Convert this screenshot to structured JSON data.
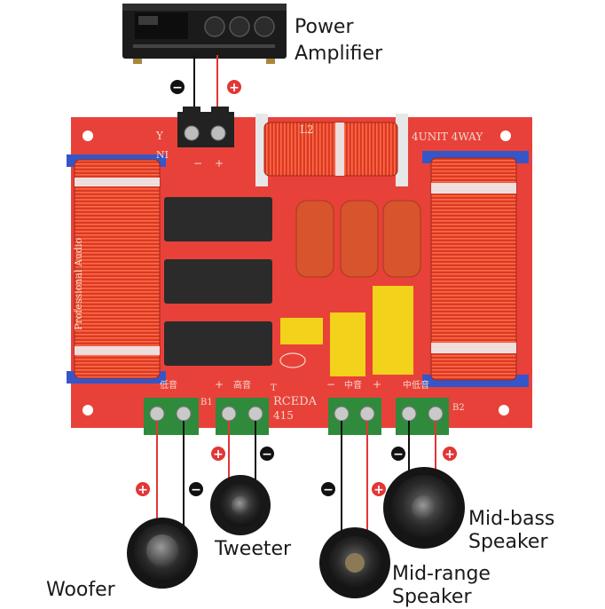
{
  "labels": {
    "power_amplifier_line1": "Power",
    "power_amplifier_line2": "Amplifier",
    "tweeter": "Tweeter",
    "woofer": "Woofer",
    "midrange_line1": "Mid-range",
    "midrange_line2": "Speaker",
    "midbass_line1": "Mid-bass",
    "midbass_line2": "Speaker"
  },
  "board": {
    "model_line1": "RCEDA",
    "model_line2": "415",
    "unit_text": "4UNIT 4WAY",
    "coil_text": "L2",
    "side_text": "Professional Audio",
    "input_text": "Y",
    "input_tag": "NI",
    "ch_low": "低音",
    "ch_high": "高音",
    "ch_mid": "中音",
    "ch_midlow": "中低音",
    "tag_b1": "B1",
    "tag_t": "T",
    "tag_b2": "B2",
    "plus": "+",
    "minus": "−"
  },
  "polarity": {
    "plus": "+",
    "minus": "−"
  },
  "colors": {
    "pcb": "#e8413a",
    "coil": "#d93a24",
    "terminal": "#2f8a3c",
    "wire_red": "#e23636",
    "wire_black": "#111111",
    "capacitor_yellow": "#f2d21a",
    "capacitor_orange": "#d8542d",
    "resistor": "#2b2b2b"
  }
}
